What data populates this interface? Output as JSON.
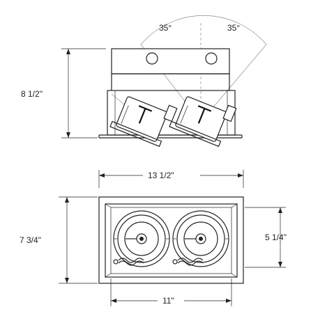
{
  "side_view": {
    "angle_left": "35°",
    "angle_right": "35°",
    "height_label": "8 1/2\""
  },
  "plan_view": {
    "overall_width_label": "13 1/2\"",
    "overall_height_label": "7 3/4\"",
    "inner_height_label": "5 1/4\"",
    "inner_width_label": "11\""
  }
}
